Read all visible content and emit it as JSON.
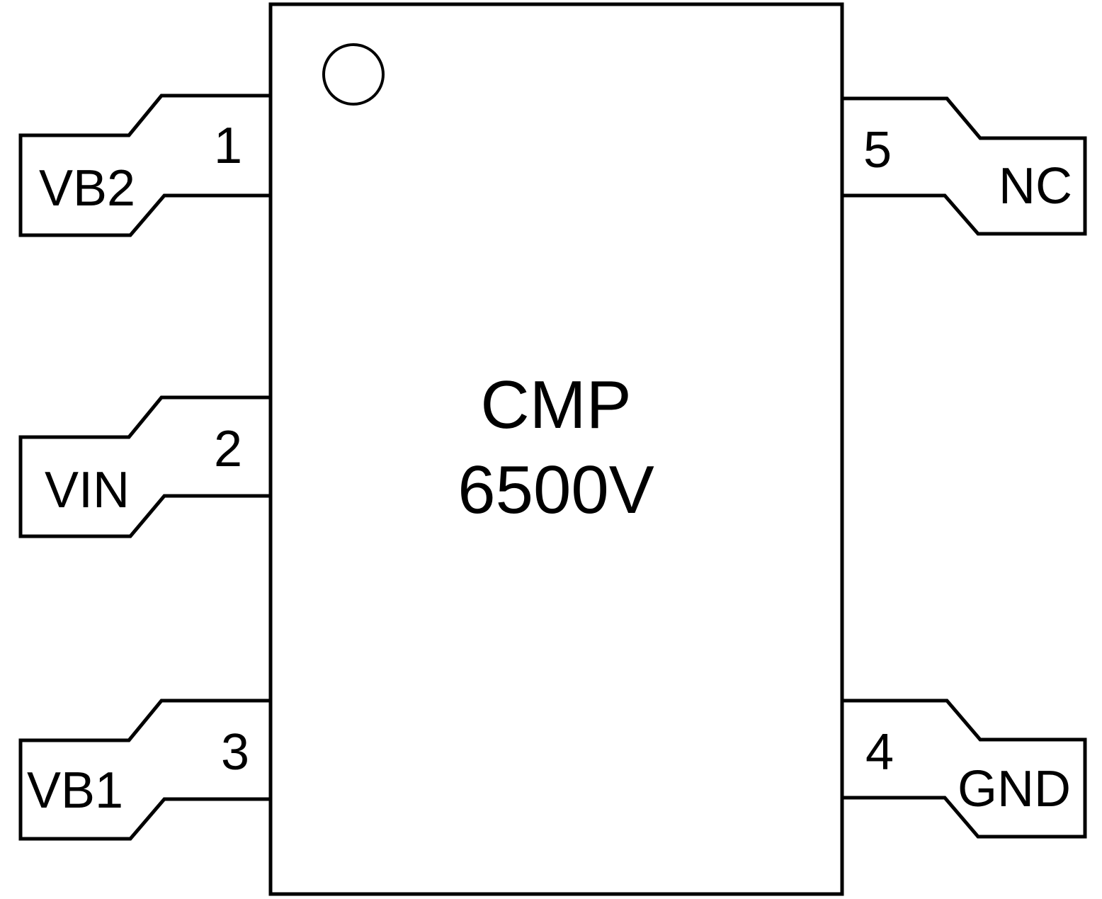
{
  "chip": {
    "name": "CMP",
    "part": "6500V"
  },
  "pins": [
    {
      "number": "1",
      "label": "VB2"
    },
    {
      "number": "2",
      "label": "VIN"
    },
    {
      "number": "3",
      "label": "VB1"
    },
    {
      "number": "4",
      "label": "GND"
    },
    {
      "number": "5",
      "label": "NC"
    }
  ]
}
